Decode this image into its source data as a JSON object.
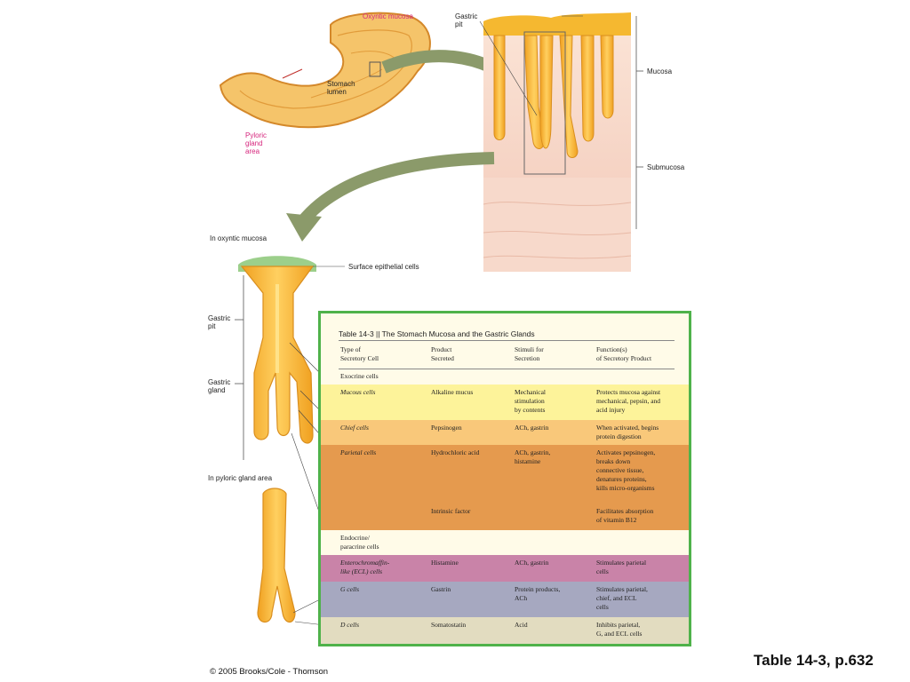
{
  "labels": {
    "oxyntic_mucosa": "Oxyntic mucosa",
    "stomach_lumen": "Stomach\nlumen",
    "pyloric_gland_area": "Pyloric\ngland\narea",
    "gastric_pit_top": "Gastric\npit",
    "mucosa": "Mucosa",
    "submucosa": "Submucosa",
    "in_oxyntic_mucosa": "In oxyntic mucosa",
    "surface_epithelial_cells": "Surface epithelial cells",
    "gastric_pit": "Gastric\npit",
    "gastric_gland": "Gastric\ngland",
    "in_pyloric_gland_area": "In pyloric gland area"
  },
  "table": {
    "title": "Table 14-3  ||  The Stomach Mucosa and the Gastric Glands",
    "headers": [
      "Type of\nSecretory Cell",
      "Product\nSecreted",
      "Stimuli for\nSecretion",
      "Function(s)\nof Secretory Product"
    ],
    "section_exocrine": "Exocrine cells",
    "section_endocrine": "Endocrine/\nparacrine cells",
    "rows": [
      {
        "cell": "Mucous cells",
        "product": "Alkaline mucus",
        "stimuli": "Mechanical\nstimulation\nby contents",
        "function": "Protects mucosa against\nmechanical, pepsin, and\nacid injury"
      },
      {
        "cell": "Chief cells",
        "product": "Pepsinogen",
        "stimuli": "ACh, gastrin",
        "function": "When activated, begins\nprotein digestion"
      },
      {
        "cell": "Parietal cells",
        "product": "Hydrochloric acid",
        "stimuli": "ACh, gastrin,\nhistamine",
        "function": "Activates pepsinogen,\nbreaks down\nconnective tissue,\ndenatures proteins,\nkills micro-organisms"
      },
      {
        "cell": "",
        "product": "Intrinsic factor",
        "stimuli": "",
        "function": "Facilitates absorption\nof vitamin B12"
      },
      {
        "cell": "Enterochromaffin-\nlike (ECL) cells",
        "product": "Histamine",
        "stimuli": "ACh, gastrin",
        "function": "Stimulates parietal\ncells"
      },
      {
        "cell": "G cells",
        "product": "Gastrin",
        "stimuli": "Protein products,\nACh",
        "function": "Stimulates parietal,\nchief, and ECL\ncells"
      },
      {
        "cell": "D cells",
        "product": "Somatostatin",
        "stimuli": "Acid",
        "function": "Inhibits parietal,\nG, and ECL cells"
      }
    ]
  },
  "colors": {
    "mucous": "#fdf39a",
    "chief": "#f9c87a",
    "parietal": "#e59a4e",
    "ecl": "#c983a8",
    "g": "#a6a8c0",
    "d": "#e2dcc0",
    "border": "#4fb24a"
  },
  "caption": "Table 14-3, p.632",
  "copyright": "© 2005 Brooks/Cole - Thomson"
}
